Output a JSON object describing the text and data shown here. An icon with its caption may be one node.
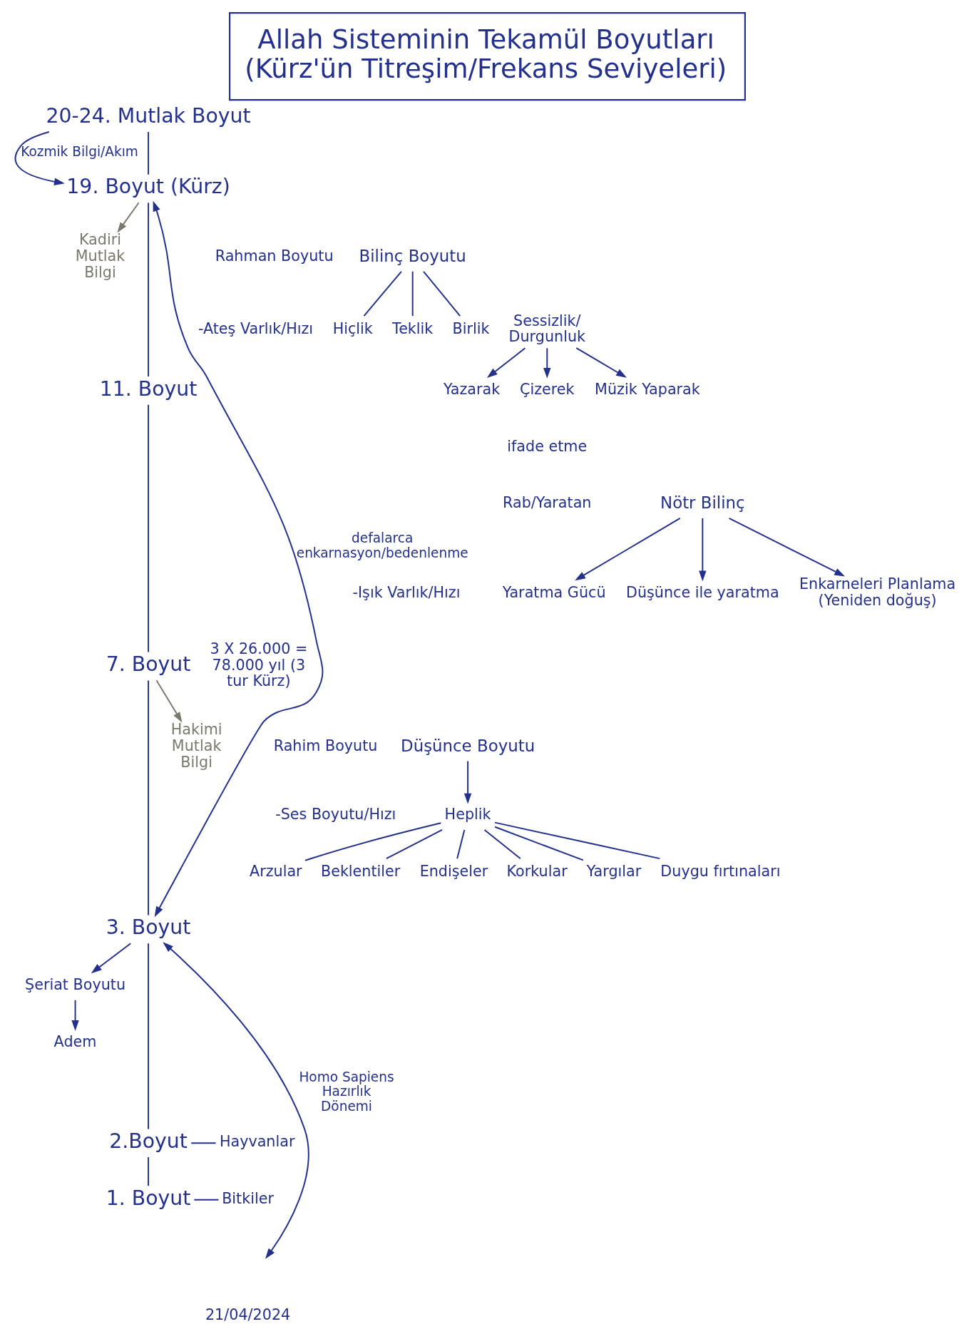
{
  "diagram": {
    "title": "Allah Sisteminin Tekamül Boyutları (Kürz'ün Titreşim/Frekans Seviyeleri)",
    "nodes": [
      {
        "text": [
          "20-24. Mutlak Boyut"
        ]
      },
      {
        "text": [
          "19. Boyut (Kürz)"
        ]
      },
      {
        "text": [
          "Kadiri Mutlak Bilgi"
        ]
      },
      {
        "text": [
          "Rahman Boyutu"
        ]
      },
      {
        "text": [
          "-Ateş Varlık/Hızı"
        ]
      },
      {
        "text": [
          "Bilinç Boyutu"
        ]
      },
      {
        "text": [
          "Hiçlik"
        ]
      },
      {
        "text": [
          "Teklik"
        ]
      },
      {
        "text": [
          "Birlik"
        ]
      },
      {
        "text": [
          "Sessizlik/ Durgunluk"
        ]
      },
      {
        "text": [
          "Yazarak"
        ]
      },
      {
        "text": [
          "Çizerek"
        ]
      },
      {
        "text": [
          "Müzik Yaparak"
        ]
      },
      {
        "text": [
          "11. Boyut"
        ]
      },
      {
        "text": [
          "Rab/Yaratan"
        ]
      },
      {
        "text": [
          "-Işık Varlık/Hızı"
        ]
      },
      {
        "text": [
          "Nötr Bilinç"
        ]
      },
      {
        "text": [
          "Yaratma Gücü"
        ]
      },
      {
        "text": [
          "Düşünce ile yaratma"
        ]
      },
      {
        "text": [
          "Enkarneleri Planlama (Yeniden doğuş)"
        ]
      },
      {
        "text": [
          "7. Boyut"
        ]
      },
      {
        "text": [
          "Hakimi Mutlak Bilgi"
        ]
      },
      {
        "text": [
          "Rahim Boyutu"
        ]
      },
      {
        "text": [
          "-Ses Boyutu/Hızı"
        ]
      },
      {
        "text": [
          "Düşünce Boyutu"
        ]
      },
      {
        "text": [
          "Heplik"
        ]
      },
      {
        "text": [
          "Arzular"
        ]
      },
      {
        "text": [
          "Beklentiler"
        ]
      },
      {
        "text": [
          "Endişeler"
        ]
      },
      {
        "text": [
          "Korkular"
        ]
      },
      {
        "text": [
          "Yargılar"
        ]
      },
      {
        "text": [
          "Duygu fırtınaları"
        ]
      },
      {
        "text": [
          "3. Boyut"
        ]
      },
      {
        "text": [
          "Şeriat Boyutu"
        ]
      },
      {
        "text": [
          "Adem"
        ]
      },
      {
        "text": [
          "2.Boyut"
        ]
      },
      {
        "text": [
          "Hayvanlar"
        ]
      },
      {
        "text": [
          "1. Boyut"
        ]
      },
      {
        "text": [
          "Bitkiler"
        ]
      }
    ],
    "edges": [
      {
        "from": 0,
        "to": 1,
        "arrow": "to",
        "label": "Kozmik Bilgi/Akım"
      },
      {
        "from": 0,
        "to": 1,
        "arrow": "none"
      },
      {
        "from": 1,
        "to": 2,
        "arrow": "to",
        "color": "#7b786c"
      },
      {
        "from": 5,
        "to": 6,
        "arrow": "none"
      },
      {
        "from": 5,
        "to": 7,
        "arrow": "none"
      },
      {
        "from": 5,
        "to": 8,
        "arrow": "none"
      },
      {
        "from": 9,
        "to": 10,
        "arrow": "to"
      },
      {
        "from": 9,
        "to": 11,
        "arrow": "to"
      },
      {
        "from": 9,
        "to": 12,
        "arrow": "to"
      },
      {
        "from": 1,
        "to": 13,
        "arrow": "none"
      },
      {
        "from": 13,
        "to": 20,
        "arrow": "none"
      },
      {
        "from": 16,
        "to": 17,
        "arrow": "to"
      },
      {
        "from": 16,
        "to": 18,
        "arrow": "to"
      },
      {
        "from": 16,
        "to": 19,
        "arrow": "to"
      },
      {
        "from": 20,
        "to": 21,
        "arrow": "to",
        "color": "#7b786c"
      },
      {
        "from": 20,
        "to": 32,
        "arrow": "none"
      },
      {
        "from": 24,
        "to": 25,
        "arrow": "to"
      },
      {
        "from": 25,
        "to": 26,
        "arrow": "none"
      },
      {
        "from": 25,
        "to": 27,
        "arrow": "none"
      },
      {
        "from": 25,
        "to": 28,
        "arrow": "none"
      },
      {
        "from": 25,
        "to": 29,
        "arrow": "none"
      },
      {
        "from": 25,
        "to": 30,
        "arrow": "none"
      },
      {
        "from": 25,
        "to": 31,
        "arrow": "none"
      },
      {
        "from": 32,
        "to": 33,
        "arrow": "to"
      },
      {
        "from": 33,
        "to": 34,
        "arrow": "to"
      },
      {
        "from": 32,
        "to": 35,
        "arrow": "none"
      },
      {
        "from": 35,
        "to": 36,
        "arrow": "none"
      },
      {
        "from": 35,
        "to": 37,
        "arrow": "none"
      },
      {
        "from": 37,
        "to": 38,
        "arrow": "none"
      },
      {
        "from": 1,
        "to": 32,
        "arrow": "both",
        "label": "defalarca enkarnasyon/bedenlenme"
      },
      {
        "from": 32,
        "to": null,
        "arrow": "both",
        "label": "Homo Sapiens Hazırlık Dönemi"
      }
    ],
    "labels": [
      "ifade etme",
      "3 X 26.000 = 78.000 yıl (3 tur Kürz)",
      "21/04/2024"
    ]
  }
}
